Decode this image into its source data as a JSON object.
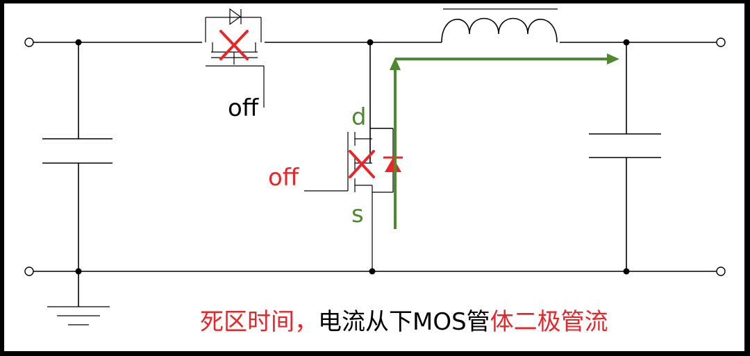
{
  "labels": {
    "top_switch_state": "off",
    "bottom_switch_state": "off",
    "drain": "d",
    "source": "s"
  },
  "caption": {
    "part1": "死区时间，",
    "part2": "电流从下MOS管",
    "part3": "体二极管流"
  },
  "colors": {
    "black": "#000000",
    "red": "#e8262a",
    "green": "#4d8a2f"
  }
}
